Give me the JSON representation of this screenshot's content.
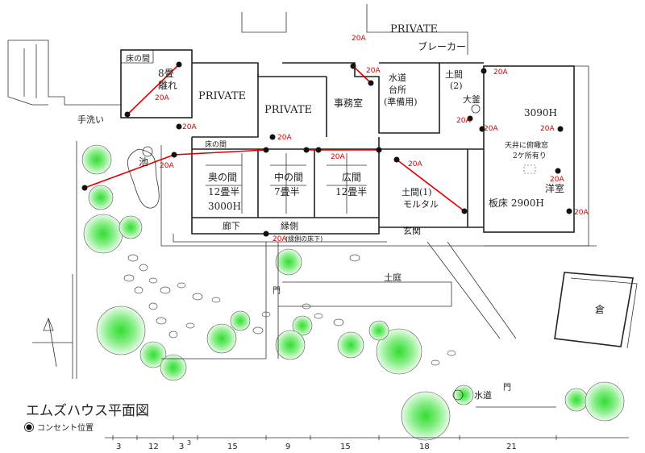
{
  "title": "エムズハウス平面図",
  "legend": {
    "label": "コンセント位置"
  },
  "rooms": {
    "private_top": "PRIVATE",
    "breaker": "ブレーカー",
    "hanare_1": "床の間",
    "hanare_2": "8畳",
    "hanare_3": "離れ",
    "private_left": "PRIVATE",
    "private_mid": "PRIVATE",
    "office": "事務室",
    "kitchen_1": "水道",
    "kitchen_2": "台所",
    "kitchen_3": "(準備用)",
    "doma2_1": "土間",
    "doma2_2": "(2)",
    "okama": "大釜",
    "height_3090": "3090H",
    "handwash": "手洗い",
    "tokonoma": "床の間",
    "oku_1": "奥の間",
    "oku_2": "12畳半",
    "oku_3": "3000H",
    "naka_1": "中の間",
    "naka_2": "7畳半",
    "hiro_1": "広間",
    "hiro_2": "12畳半",
    "doma1_1": "土間(1)",
    "doma1_2": "モルタル",
    "vent_1": "天井に俯瞰窓",
    "vent_2": "2ケ所有り",
    "western_1": "洋室",
    "western_2": "板床 2900H",
    "pond": "池",
    "corridor": "廊下",
    "engawa": "縁側",
    "genkan": "玄関",
    "doniwa": "土庭",
    "gate1": "門",
    "gate2": "門",
    "suido": "水道",
    "kura": "倉"
  },
  "outlet_labels": {
    "a1": "20A",
    "a2": "20A",
    "a3": "20A",
    "a4": "20A",
    "a5": "20A",
    "a6": "20A",
    "a7": "20A",
    "a8": "20A",
    "a9": "20A",
    "a10": "20A",
    "a11": "20A",
    "a12": "20A",
    "a13": "20A",
    "a14": "20A",
    "engawa_note": "(縁側の床下)"
  },
  "scale": [
    "3",
    "12",
    "3",
    "3",
    "15",
    "9",
    "15",
    "18",
    "21"
  ],
  "colors": {
    "outlet_line": "#e00000",
    "tree_green": "#44dd44",
    "wall": "#222222"
  }
}
